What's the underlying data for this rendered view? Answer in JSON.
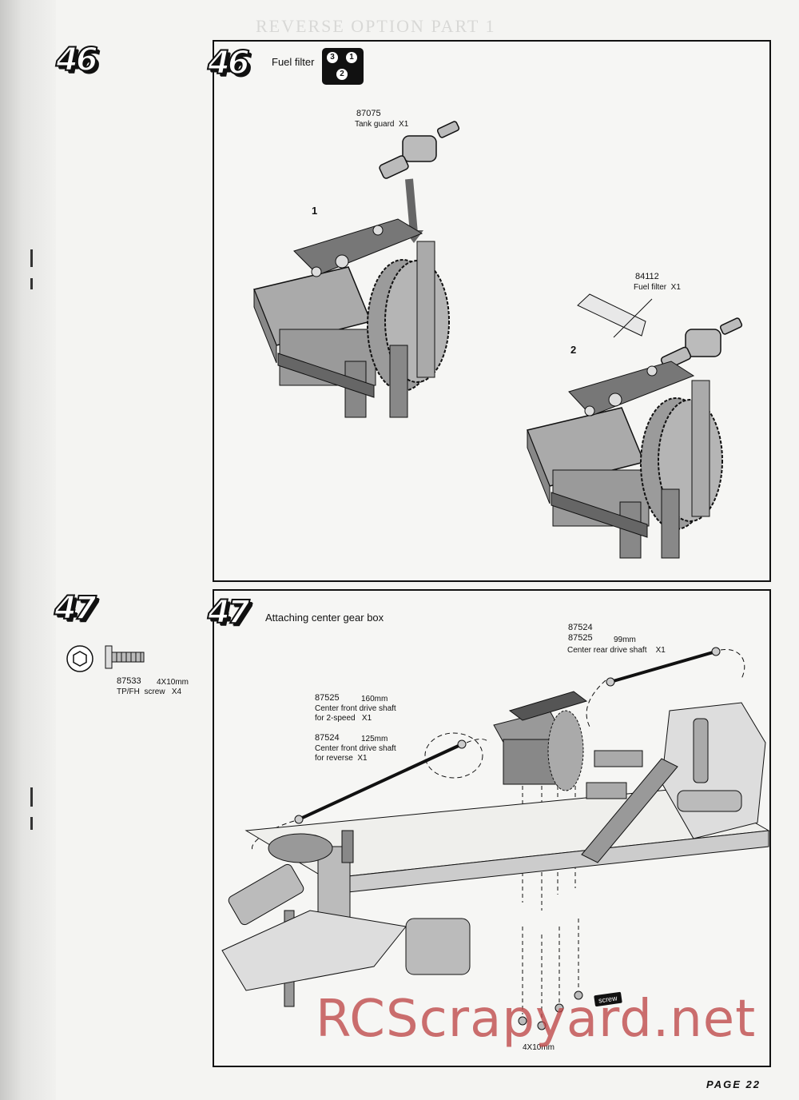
{
  "header_ghost": "REVERSE OPTION PART 1",
  "step46": {
    "badge": "46",
    "title": "Fuel filter",
    "sequence": [
      "3",
      "1",
      "2"
    ],
    "part_a": {
      "number": "87075",
      "desc": "Tank guard  X1"
    },
    "part_b": {
      "number": "84112",
      "desc": "Fuel filter  X1"
    },
    "marker1": "1",
    "marker2": "2"
  },
  "step47": {
    "badge": "47",
    "title": "Attaching center gear box",
    "screw": {
      "number": "87533",
      "size": "4X10mm",
      "desc": "TP/FH  screw   X4"
    },
    "shaft_rear": {
      "numbers": "87524\n87525",
      "size": "99mm",
      "desc": "Center rear drive shaft    X1"
    },
    "shaft_front_2speed": {
      "number": "87525",
      "size": "160mm",
      "desc": "Center front drive shaft\nfor 2-speed   X1"
    },
    "shaft_front_reverse": {
      "number": "87524",
      "size": "125mm",
      "desc": "Center front drive shaft\nfor reverse  X1"
    },
    "screw_label": "4X10mm",
    "screw_tag": "screw"
  },
  "watermark": "RCScrapyard.net",
  "page_number": "PAGE 22"
}
